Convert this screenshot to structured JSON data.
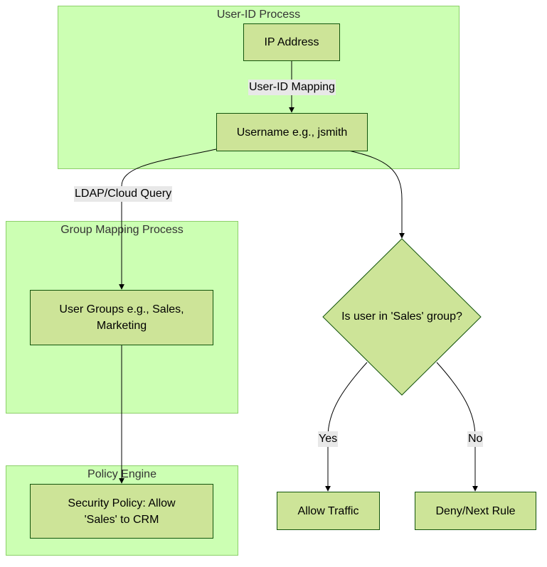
{
  "clusters": {
    "userid": {
      "title": "User-ID Process"
    },
    "group": {
      "title": "Group Mapping Process"
    },
    "policy": {
      "title": "Policy Engine"
    }
  },
  "nodes": {
    "ip_address": "IP Address",
    "username": "Username e.g., jsmith",
    "user_groups": "User Groups e.g., Sales, Marketing",
    "security_policy": "Security Policy: Allow 'Sales' to CRM",
    "decision": "Is user in 'Sales' group?",
    "allow": "Allow Traffic",
    "deny": "Deny/Next Rule"
  },
  "edges": {
    "userid_mapping": "User-ID Mapping",
    "ldap_query": "LDAP/Cloud Query",
    "yes": "Yes",
    "no": "No"
  },
  "colors": {
    "cluster_fill": "#ccffb3",
    "cluster_border": "#8ccf6a",
    "node_fill": "#cde498",
    "node_border": "#13540c",
    "edge": "#000000",
    "edge_label_bg": "#e8e8e8"
  }
}
